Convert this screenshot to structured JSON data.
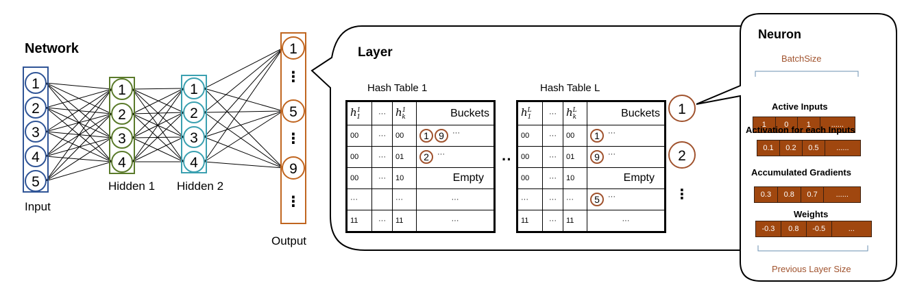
{
  "network": {
    "title": "Network",
    "input": {
      "label": "Input",
      "nodes": [
        "1",
        "2",
        "3",
        "4",
        "5"
      ]
    },
    "hidden1": {
      "label": "Hidden 1",
      "nodes": [
        "1",
        "2",
        "3",
        "4"
      ]
    },
    "hidden2": {
      "label": "Hidden 2",
      "nodes": [
        "1",
        "2",
        "3",
        "4"
      ]
    },
    "output": {
      "label": "Output",
      "nodes": [
        "1",
        "⋮",
        "5",
        "⋮",
        "9",
        "⋮"
      ]
    }
  },
  "layer": {
    "title": "Layer",
    "separator": "··",
    "table1": {
      "title": "Hash Table 1",
      "h1": {
        "base": "h",
        "sup": "1",
        "sub": "1"
      },
      "hk": {
        "base": "h",
        "sup": "1",
        "sub": "k"
      },
      "header_dots": "···",
      "buckets_header": "Buckets",
      "rows": [
        {
          "c1": "00",
          "c2": "···",
          "c3": "00",
          "buckets": [
            "1",
            "9"
          ],
          "trail": "···",
          "text": ""
        },
        {
          "c1": "00",
          "c2": "···",
          "c3": "01",
          "buckets": [
            "2"
          ],
          "trail": "···",
          "text": ""
        },
        {
          "c1": "00",
          "c2": "···",
          "c3": "10",
          "buckets": [],
          "trail": "",
          "text": "Empty"
        },
        {
          "c1": "···",
          "c2": "",
          "c3": "···",
          "buckets": [],
          "trail": "",
          "text": "···"
        },
        {
          "c1": "11",
          "c2": "···",
          "c3": "11",
          "buckets": [],
          "trail": "",
          "text": "···"
        }
      ]
    },
    "tableL": {
      "title": "Hash Table L",
      "h1": {
        "base": "h",
        "sup": "L",
        "sub": "1"
      },
      "hk": {
        "base": "h",
        "sup": "L",
        "sub": "k"
      },
      "header_dots": "···",
      "buckets_header": "Buckets",
      "rows": [
        {
          "c1": "00",
          "c2": "···",
          "c3": "00",
          "buckets": [
            "1"
          ],
          "trail": "···",
          "text": ""
        },
        {
          "c1": "00",
          "c2": "···",
          "c3": "01",
          "buckets": [
            "9"
          ],
          "trail": "···",
          "text": ""
        },
        {
          "c1": "00",
          "c2": "···",
          "c3": "10",
          "buckets": [],
          "trail": "",
          "text": "Empty"
        },
        {
          "c1": "···",
          "c2": "···",
          "c3": "···",
          "buckets": [
            "5"
          ],
          "trail": "···",
          "text": ""
        },
        {
          "c1": "11",
          "c2": "···",
          "c3": "11",
          "buckets": [],
          "trail": "",
          "text": "···"
        }
      ]
    },
    "neurons": [
      "1",
      "2"
    ],
    "neurons_more": "⋮"
  },
  "neuron": {
    "title": "Neuron",
    "batch_size": "BatchSize",
    "active_inputs": {
      "label": "Active Inputs",
      "values": [
        "1",
        "0",
        "1",
        "......"
      ]
    },
    "activation": {
      "label": "Activation for each Inputs",
      "values": [
        "0.1",
        "0.2",
        "0.5",
        "......"
      ]
    },
    "gradients": {
      "label": "Accumulated Gradients",
      "values": [
        "0.3",
        "0.8",
        "0.7",
        "......"
      ]
    },
    "weights": {
      "label": "Weights",
      "values": [
        "-0.3",
        "0.8",
        "-0.5",
        "..."
      ]
    },
    "prev_layer": "Previous Layer Size"
  },
  "colors": {
    "input": "#2f5496",
    "hidden1": "#5a7a2a",
    "hidden2": "#3aa0b0",
    "output": "#c0651f",
    "bucket": "#a0522d",
    "bar": "#a0470f"
  }
}
